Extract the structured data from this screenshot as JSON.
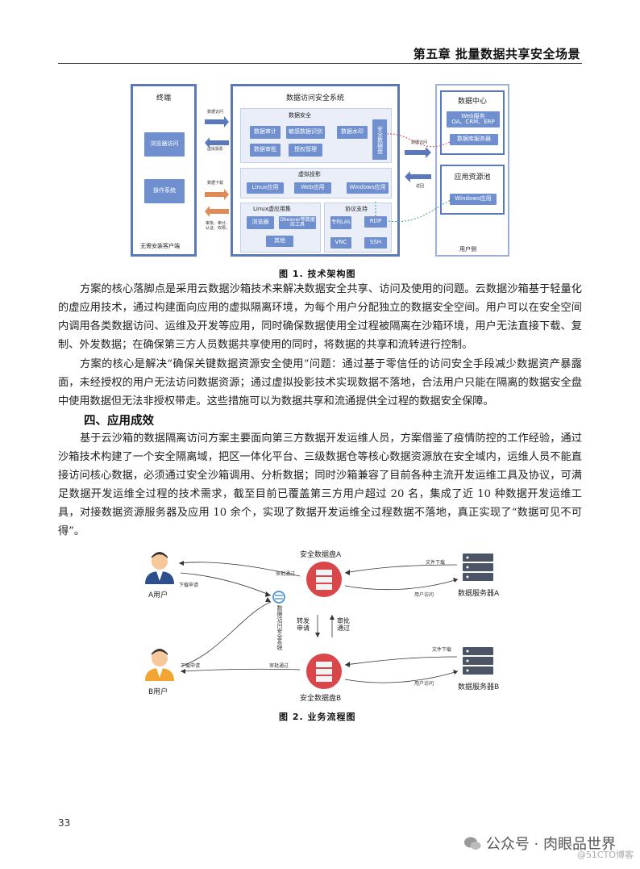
{
  "header": {
    "chapter_title": "第五章  批量数据共享安全场景"
  },
  "figure1": {
    "terminal": {
      "title": "终端",
      "browser": "浏览器访问",
      "os": "操作系统",
      "footer": "无需安装客户端"
    },
    "labels": {
      "data_access": "数据访问",
      "virtual_projection": "虚拟投影",
      "data_download": "数据下载",
      "approval": "审批、审计、\n认证、权限。",
      "data_access_right": "数据访问",
      "return": "返回"
    },
    "system": {
      "title": "数据访问安全系统",
      "data_security": {
        "title": "数据安全",
        "items": [
          "数据审计",
          "敏感数据识别",
          "数据水印",
          "数据审批",
          "授权管理"
        ],
        "safe_disk": "安全数据盘"
      },
      "virtual": {
        "title": "虚拟投影",
        "items": [
          "Linux应用",
          "Web应用",
          "Windows应用"
        ]
      },
      "linux": {
        "title": "Linux虚应用集",
        "items": [
          "浏览器",
          "Dbeaver等数据库工具",
          "其他"
        ]
      },
      "protocol": {
        "title": "协议支持",
        "items": [
          "专利LAS",
          "RDP",
          "VNC",
          "SSH"
        ]
      }
    },
    "datacenter": {
      "title": "数据中心",
      "web": "Web服务\nOA、CRM、ERP",
      "db": "数据库服务器"
    },
    "app_pool": {
      "title": "应用资源池",
      "windows": "Windows应用"
    },
    "user_side": "用户侧",
    "caption": "图 1. 技术架构图"
  },
  "paragraphs": {
    "p1": "方案的核心落脚点是采用云数据沙箱技术来解决数据安全共享、访问及使用的问题。云数据沙箱基于轻量化的虚应用技术，通过构建面向应用的虚拟隔离环境，为每个用户分配独立的数据安全空间。用户可以在安全空间内调用各类数据访问、运维及开发等应用，同时确保数据使用全过程被隔离在沙箱环境，用户无法直接下载、复制、外发数据；在确保第三方人员数据共享使用的同时，将数据的共享和流转进行控制。",
    "p2": "方案的核心是解决“确保关键数据资源安全使用”问题：通过基于零信任的访问安全手段减少数据资产暴露面，未经授权的用户无法访问数据资源；通过虚拟投影技术实现数据不落地，合法用户只能在隔离的数据安全盘中使用数据但无法非授权带走。这些措施可以为数据共享和流通提供全过程的数据安全保障。",
    "section4": "四、应用成效",
    "p3": "基于云沙箱的数据隔离访问方案主要面向第三方数据开发运维人员，方案借鉴了疫情防控的工作经验，通过沙箱技术构建了一个安全隔离域，把区一体化平台、三级数据仓等核心数据资源放在安全域内，运维人员不能直接访问核心数据，必须通过安全沙箱调用、分析数据；同时沙箱兼容了目前各种主流开发运维工具及协议，可满足数据开发运维全过程的技术需求，截至目前已覆盖第三方用户超过 20 名，集成了近 10 种数据开发运维工具，对接数据资源服务器及应用 10 余个，实现了数据开发运维全过程数据不落地，真正实现了“数据可见不可得”。"
  },
  "figure2": {
    "user_a": "A用户",
    "user_b": "B用户",
    "disk_a": "安全数据盘A",
    "disk_b": "安全数据盘B",
    "server_a": "数据服务器A",
    "server_b": "数据服务器B",
    "system_vertical": "数据访问安全系统",
    "forward_apply": "转发\n申请",
    "approve_pass": "审批\n通过",
    "a_download_apply": "下载申请",
    "a_approve": "审批通过",
    "a_file_download": "文件下载",
    "a_user_access": "用户访问",
    "b_download_apply": "下载申请",
    "b_approve": "审批通过",
    "b_file_download": "文件下载",
    "b_user_access": "用户访问",
    "caption": "图 2. 业务流程图"
  },
  "footer": {
    "page_number": "33",
    "watermark": "公众号 · 肉眼品世界",
    "watermark_sub": "@51CTO博客"
  },
  "colors": {
    "accent_blue": "#6f8fce",
    "panel_border": "#5b78b8",
    "arrow_orange": "#e08a55",
    "server_gray": "#4c5566",
    "disk_red": "#d9474b",
    "user_orange": "#f2a531"
  }
}
